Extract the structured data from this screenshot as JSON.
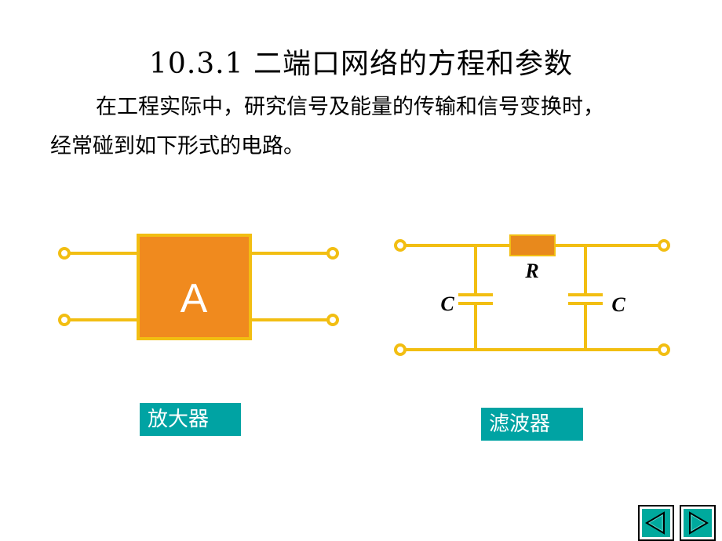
{
  "slide": {
    "title": "10.3.1  二端口网络的方程和参数",
    "paragraph_line1": "在工程实际中，研究信号及能量的传输和信号变换时，",
    "paragraph_line2": "经常碰到如下形式的电路。"
  },
  "amplifier": {
    "block_label": "A",
    "caption": "放大器"
  },
  "filter": {
    "resistor_label": "R",
    "cap_left_label": "C",
    "cap_right_label": "C",
    "caption": "滤波器"
  },
  "colors": {
    "wire": "#F2BE12",
    "block_fill": "#F08A1E",
    "resistor_fill": "#E8891C",
    "caption_bg": "#00A3A3",
    "nav_fill": "#00A99D"
  },
  "nav": {
    "prev_icon": "triangle-left-icon",
    "next_icon": "triangle-right-icon"
  }
}
